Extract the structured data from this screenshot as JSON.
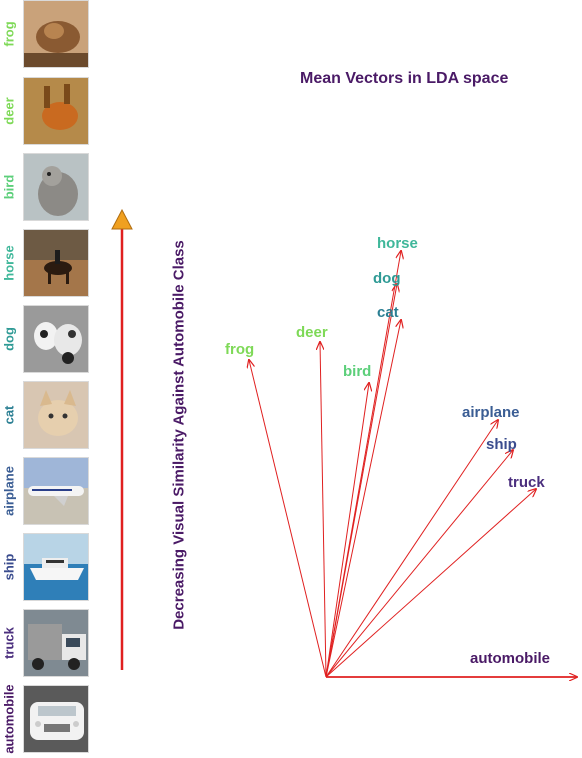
{
  "title": "Mean Vectors in LDA space",
  "axis_label": "Decreasing Visual Similarity Against Automobile Class",
  "thumbnails": [
    {
      "label": "frog",
      "color": "#7ed957"
    },
    {
      "label": "deer",
      "color": "#7ed957"
    },
    {
      "label": "bird",
      "color": "#5ccf7a"
    },
    {
      "label": "horse",
      "color": "#3fb79a"
    },
    {
      "label": "dog",
      "color": "#2e9a95"
    },
    {
      "label": "cat",
      "color": "#2b7f93"
    },
    {
      "label": "airplane",
      "color": "#3a5d94"
    },
    {
      "label": "ship",
      "color": "#3a4c8e"
    },
    {
      "label": "truck",
      "color": "#4b2f7e"
    },
    {
      "label": "automobile",
      "color": "#4a1a66"
    }
  ],
  "vectors": [
    {
      "name": "frog",
      "color": "#7ed957"
    },
    {
      "name": "deer",
      "color": "#7ed957"
    },
    {
      "name": "bird",
      "color": "#5ccf7a"
    },
    {
      "name": "horse",
      "color": "#3fb79a"
    },
    {
      "name": "dog",
      "color": "#2e9a95"
    },
    {
      "name": "cat",
      "color": "#2b7f93"
    },
    {
      "name": "airplane",
      "color": "#3a5d94"
    },
    {
      "name": "ship",
      "color": "#3a4c8e"
    },
    {
      "name": "truck",
      "color": "#4b2f7e"
    },
    {
      "name": "automobile",
      "color": "#4a1a66"
    }
  ],
  "arrow_color": "#e02020",
  "marker_color": "#f0a020"
}
